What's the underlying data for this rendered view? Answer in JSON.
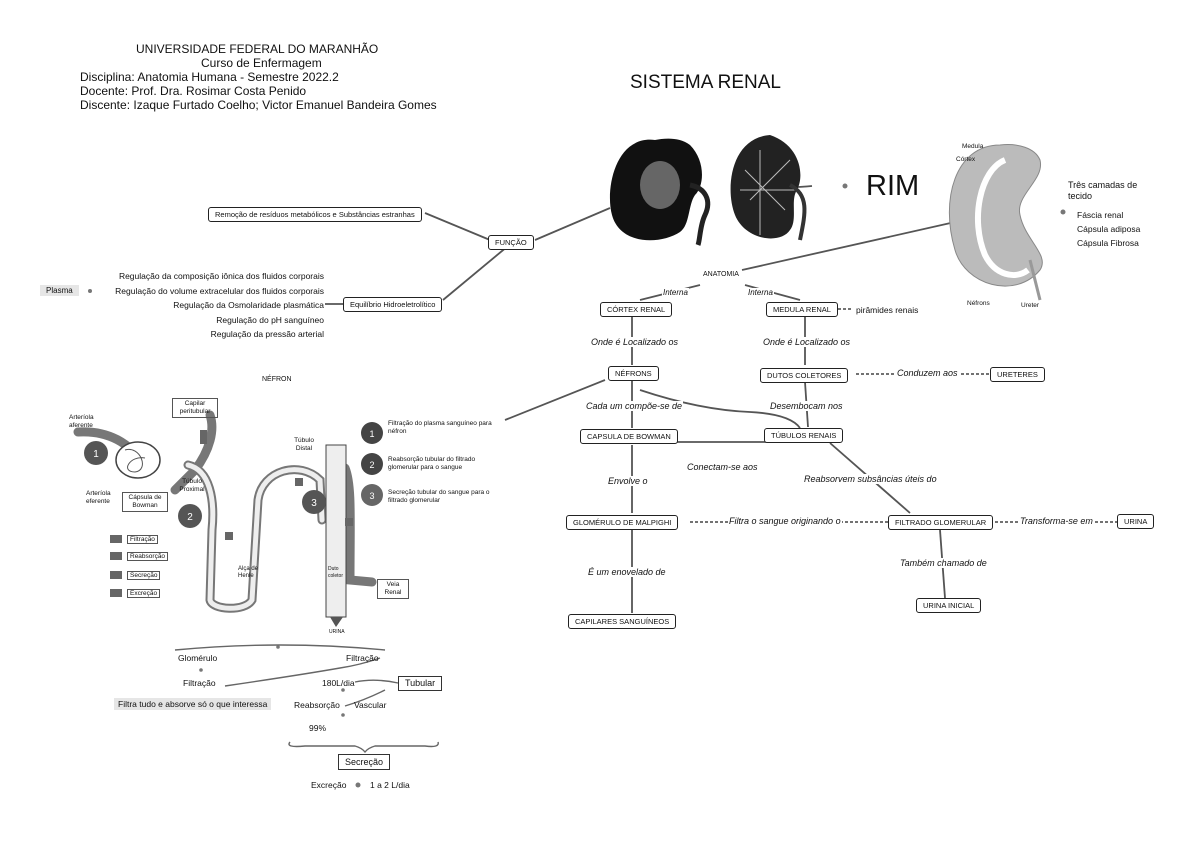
{
  "header": {
    "university": "UNIVERSIDADE FEDERAL DO MARANHÃO",
    "course": "Curso de Enfermagem",
    "discipline": "Disciplina: Anatomia Humana - Semestre 2022.2",
    "teacher": "Docente: Prof. Dra. Rosimar Costa Penido",
    "students": "Discente: Izaque Furtado Coelho; Victor Emanuel Bandeira Gomes"
  },
  "title": "SISTEMA RENAL",
  "rim": "RIM",
  "layers": {
    "heading": "Três camadas de tecido",
    "items": [
      "Fáscia renal",
      "Cápsula adiposa",
      "Cápsula Fibrosa"
    ]
  },
  "kidney_labels": {
    "medula": "Medula",
    "cortex": "Córtex",
    "nefrons": "Néfrons",
    "ureter": "Ureter"
  },
  "funcao": {
    "node": "FUNÇÃO",
    "removal": "Remoção de resíduos metabólicos e Substâncias estranhas",
    "equilibrio": "Equilíbrio Hidroeletrolítico",
    "regulations": [
      "Regulação da composição iônica dos fluidos corporais",
      "Regulação do volume extracelular dos fluidos corporais",
      "Regulação da Osmolaridade plasmática",
      "Regulação do pH sanguíneo",
      "Regulação da pressão arterial"
    ],
    "plasma": "Plasma"
  },
  "map": {
    "anatomia": "ANATOMIA",
    "interna1": "Interna",
    "interna2": "Interna",
    "cortex": "CÓRTEX RENAL",
    "medula": "MEDULA RENAL",
    "piramides": "pirâmides renais",
    "onde1": "Onde é Localizado os",
    "onde2": "Onde é Localizado os",
    "nefrons": "NÉFRONS",
    "dutos": "DUTOS COLETORES",
    "conduzem": "Conduzem aos",
    "ureteres": "URETERES",
    "cada_um": "Cada um compõe-se de",
    "desembocam": "Desembocam nos",
    "capsula": "CAPSULA DE BOWMAN",
    "tubulos": "TÚBULOS RENAIS",
    "conectam": "Conectam-se aos",
    "envolve": "Envolve o",
    "reabsorvem": "Reabsorvem subsâncias úteis do",
    "glomerulo": "GLOMÉRULO DE MALPIGHI",
    "filtra": "Filtra o sangue originando o",
    "filtrado": "FILTRADO GLOMERULAR",
    "transforma": "Transforma-se em",
    "urina": "URINA",
    "envelado": "É um enovelado de",
    "capilares": "CAPILARES SANGUÍNEOS",
    "tambem": "Também chamado de",
    "urina_inicial": "URINA INICIAL"
  },
  "nefron": {
    "title": "NÉFRON",
    "labels": {
      "arteriola_aferente": "Arteríola aferente",
      "arteriola_eferente": "Arteríola eferente",
      "capsula_bowman": "Cápsula de Bowman",
      "capilar_peritubular": "Capilar peritubular",
      "tubulo_proximal": "Túbulo Proximal",
      "tubulo_distal": "Túbulo Distal",
      "alca_henle": "Alça de Henle",
      "duto_coletor": "Duto coletor",
      "veia_renal": "Veia Renal",
      "urina": "URINA"
    },
    "legend": [
      "Filtração",
      "Reabsorção",
      "Secreção",
      "Excreção"
    ],
    "steps": [
      {
        "n": "1",
        "text": "Filtração do plasma sanguíneo para néfron"
      },
      {
        "n": "2",
        "text": "Reabsorção tubular do filtrado glomerular para o sangue"
      },
      {
        "n": "3",
        "text": "Secreção tubular do sangue para o filtrado glomerular"
      }
    ]
  },
  "bottom": {
    "glomerulo": "Glomérulo",
    "filtracao_top": "Filtração",
    "filtracao_left": "Filtração",
    "volume": "180L/dia",
    "tubular": "Tubular",
    "filtra_tudo": "Filtra tudo e absorve só o que interessa",
    "reabsorcao": "Reabsorção",
    "vascular": "Vascular",
    "pct": "99%",
    "secrecao": "Secreção",
    "excrecao": "Excreção",
    "excrecao_val": "1 a 2 L/dia"
  }
}
